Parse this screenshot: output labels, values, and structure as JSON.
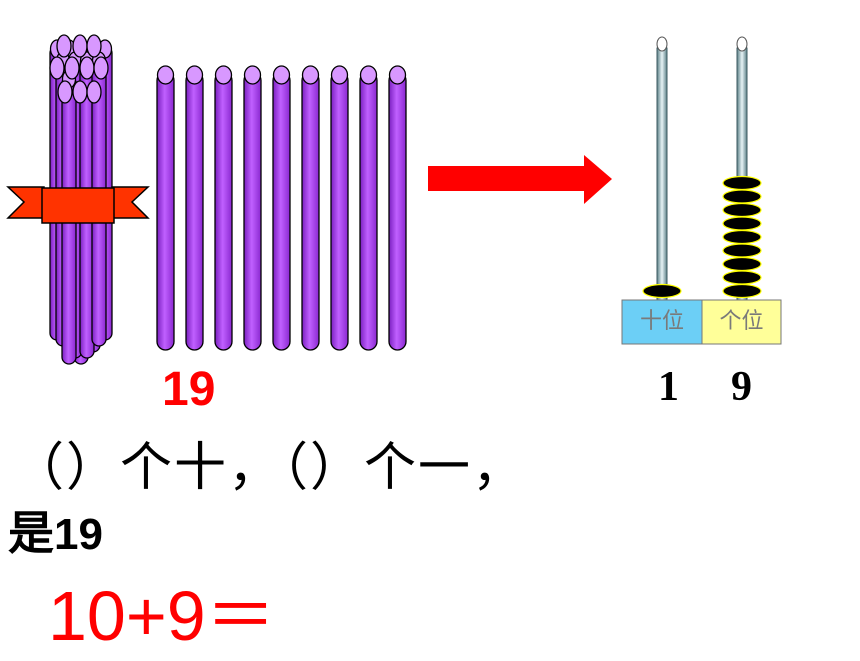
{
  "left_number": "19",
  "abacus": {
    "tens_label": "十位",
    "ones_label": "个位",
    "tens_count": 1,
    "ones_count": 9,
    "tens_digit": "1",
    "ones_digit": "9"
  },
  "question": "（）个十，（）个一，",
  "answer_prefix": "是",
  "answer_number": "19",
  "equation": "10+9＝",
  "bundle_stick_count": 10,
  "loose_stick_count": 9,
  "colors": {
    "stick": "#b048f0",
    "ribbon": "#ff3300",
    "arrow": "#ff0000",
    "tens_box": "#6ccff6",
    "ones_box": "#ffff99",
    "bead": "#000000",
    "number_red": "#ff0000"
  }
}
